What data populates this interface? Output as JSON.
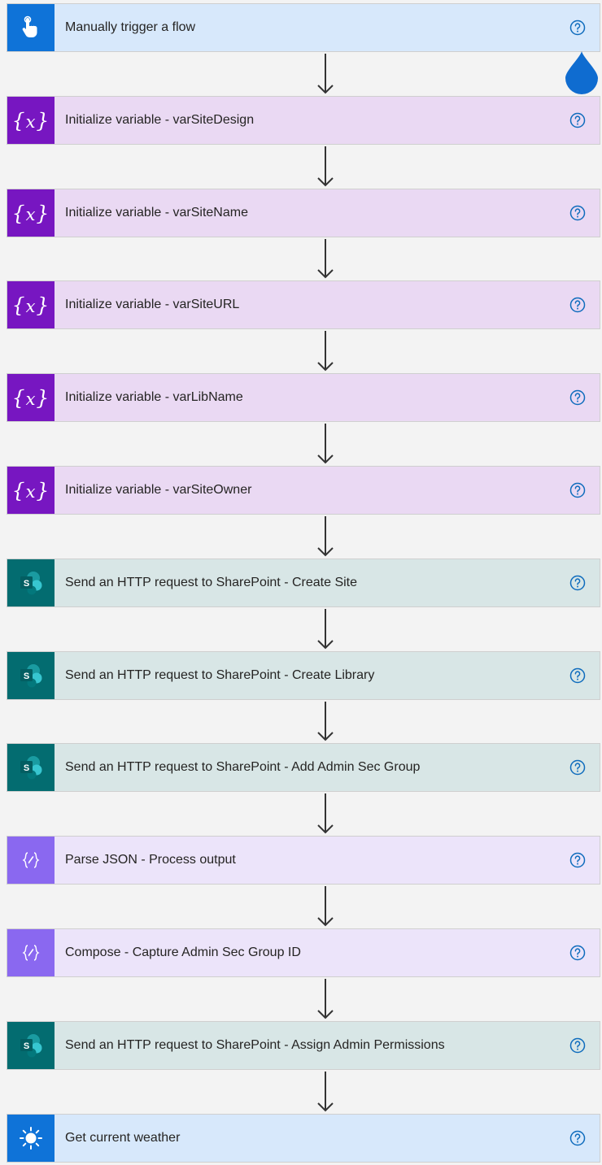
{
  "steps": [
    {
      "label": "Manually trigger a flow",
      "type": "trigger",
      "icon": "hand-touch-icon"
    },
    {
      "label": "Initialize variable - varSiteDesign",
      "type": "variable",
      "icon": "variable-icon"
    },
    {
      "label": "Initialize variable - varSiteName",
      "type": "variable",
      "icon": "variable-icon"
    },
    {
      "label": "Initialize variable - varSiteURL",
      "type": "variable",
      "icon": "variable-icon"
    },
    {
      "label": "Initialize variable - varLibName",
      "type": "variable",
      "icon": "variable-icon"
    },
    {
      "label": "Initialize variable - varSiteOwner",
      "type": "variable",
      "icon": "variable-icon"
    },
    {
      "label": "Send an HTTP request to SharePoint - Create Site",
      "type": "sharepoint",
      "icon": "sharepoint-icon"
    },
    {
      "label": "Send an HTTP request to SharePoint - Create Library",
      "type": "sharepoint",
      "icon": "sharepoint-icon"
    },
    {
      "label": "Send an HTTP request to SharePoint - Add Admin Sec Group",
      "type": "sharepoint",
      "icon": "sharepoint-icon"
    },
    {
      "label": "Parse JSON - Process output",
      "type": "data-operation",
      "icon": "data-operation-icon"
    },
    {
      "label": "Compose - Capture Admin Sec Group ID",
      "type": "data-operation",
      "icon": "data-operation-icon"
    },
    {
      "label": "Send an HTTP request to SharePoint - Assign Admin Permissions",
      "type": "sharepoint",
      "icon": "sharepoint-icon"
    },
    {
      "label": "Get current weather",
      "type": "weather",
      "icon": "sun-icon"
    }
  ],
  "help_icon": "help-icon",
  "connector_icon": "down-arrow-icon",
  "colors": {
    "trigger": "#0f73d8",
    "variable": "#7716c1",
    "sharepoint": "#036c70",
    "data_operation": "#8a68f0",
    "canvas": "#f3f3f3"
  }
}
